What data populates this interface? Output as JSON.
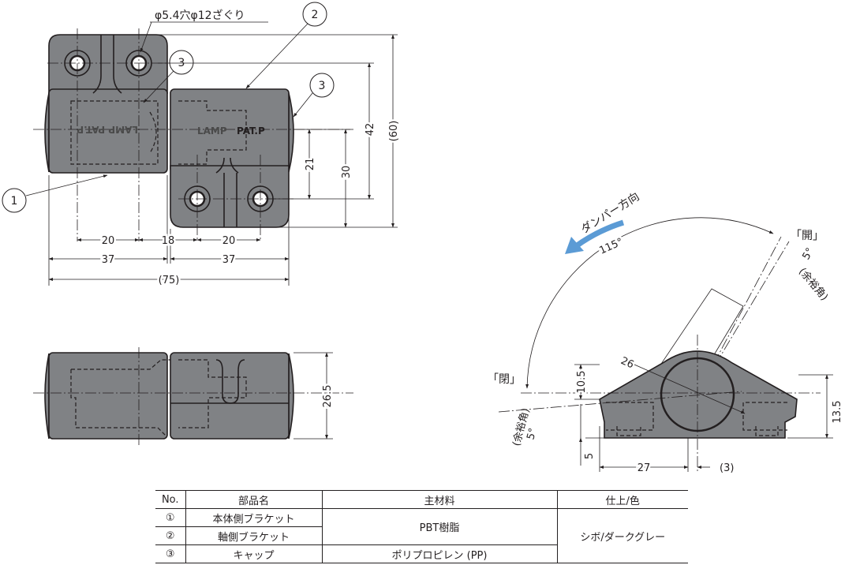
{
  "callouts": {
    "c1": "1",
    "c2": "2",
    "c3a": "3",
    "c3b": "3"
  },
  "hole_note": "φ5.4穴φ12ざぐり",
  "embossed": {
    "left": "LAMP PAT.P",
    "right_brand": "LAMP",
    "right_pat": "PAT.P"
  },
  "top_view_dims": {
    "d_20a": "20",
    "d_18": "18",
    "d_20b": "20",
    "d_37a": "37",
    "d_37b": "37",
    "d_75": "(75)",
    "d_21": "21",
    "d_30": "30",
    "d_42": "42",
    "d_60": "(60)"
  },
  "front_view_dims": {
    "d_26_5": "26.5"
  },
  "side_view": {
    "damper_label": "ダンパー方向",
    "open_label": "「開」",
    "closed_label": "「閉」",
    "angle_115": "115°",
    "angle_5_open": "5°",
    "margin_open": "(余裕角)",
    "angle_5_closed": "5°",
    "margin_closed": "(余裕角)",
    "r_26": "26",
    "d_10_5": "10.5",
    "d_13_5": "13.5",
    "d_5": "5",
    "d_27": "27",
    "d_3": "(3)",
    "arrow_color": "#5b9bd5"
  },
  "colors": {
    "part_fill": "#808285",
    "line": "#231f20"
  },
  "table": {
    "headers": [
      "No.",
      "部品名",
      "主材料",
      "仕上/色"
    ],
    "rows": [
      {
        "no": "①",
        "name": "本体側ブラケット"
      },
      {
        "no": "②",
        "name": "軸側ブラケット"
      },
      {
        "no": "③",
        "name": "キャップ",
        "material": "ポリプロピレン (PP)"
      }
    ],
    "shared_material": "PBT樹脂",
    "shared_finish": "シボ/ダークグレー"
  }
}
